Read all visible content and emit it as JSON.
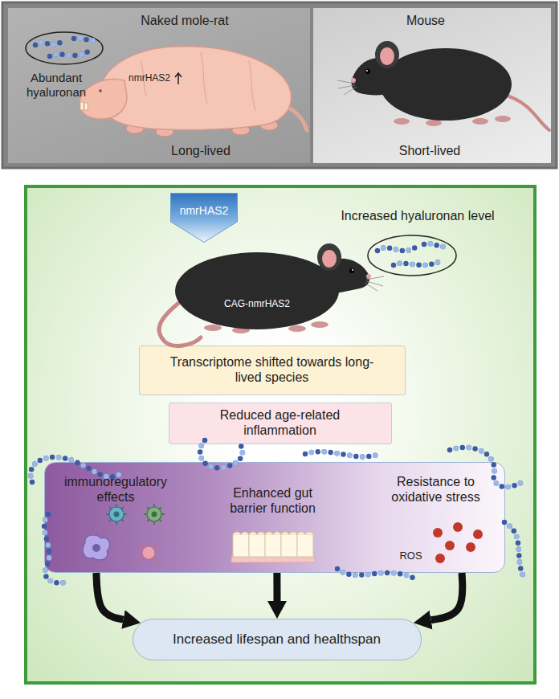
{
  "diagram": {
    "nodes": [
      {
        "text": [
          "Naked mole-rat",
          "Abundant hyaluronan",
          "nmrHAS2",
          "Long-lived"
        ]
      },
      {
        "text": [
          "Mouse",
          "Short-lived"
        ]
      },
      {
        "text": [
          "Increased hyaluronan level",
          "CAG-nmrHAS2"
        ]
      },
      {
        "text": [
          "nmrHAS2"
        ],
        "in": 2
      },
      {
        "text": [
          "Transcriptome shifted towards long-lived species"
        ],
        "in": 2
      },
      {
        "text": [
          "Reduced age-related inflammation"
        ],
        "in": 2
      },
      {
        "text": [
          "immunoregulatory effects",
          "Enhanced gut barrier function",
          "Resistance to oxidative stress",
          "ROS"
        ],
        "in": 2
      },
      {
        "text": [
          "Increased lifespan and healthspan"
        ],
        "in": 2
      }
    ],
    "edges": [
      {
        "from": 6,
        "to": 7,
        "arrow": "to"
      },
      {
        "from": 6,
        "to": 7,
        "arrow": "to"
      },
      {
        "from": 6,
        "to": 7,
        "arrow": "to"
      }
    ]
  }
}
